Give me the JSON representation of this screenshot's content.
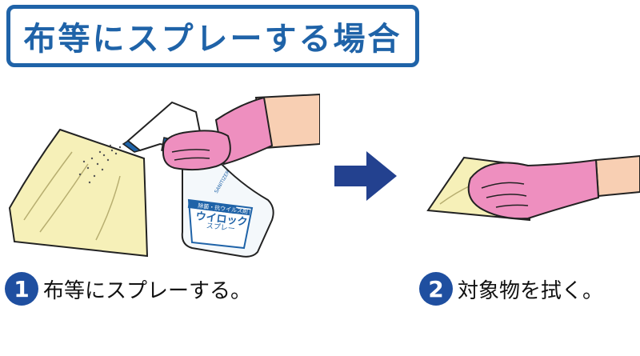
{
  "title": "布等にスプレーする場合",
  "bottle_label": {
    "brand": "ウイロック",
    "type": "スプレー",
    "tag": "除菌・抗ウイルス剤",
    "sanitizer": "SANITIZER"
  },
  "steps": [
    {
      "number": "1",
      "text": "布等にスプレーする。"
    },
    {
      "number": "2",
      "text": "対象物を拭く。"
    }
  ],
  "colors": {
    "accent_blue": "#1f63a8",
    "arrow_blue": "#23418f",
    "glove_pink": "#ee8fbf",
    "cloth_yellow": "#f6f0b8",
    "skin": "#f8cfb3"
  }
}
